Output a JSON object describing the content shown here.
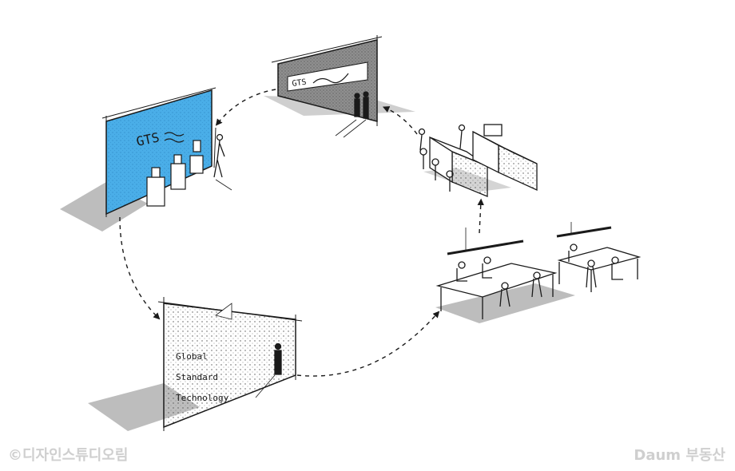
{
  "blue_wall": {
    "sign_text": "GTS"
  },
  "gray_frame": {
    "sign_text": "GTS"
  },
  "white_wall": {
    "lines": [
      "Global",
      "Standard",
      "Technology"
    ]
  },
  "watermarks": {
    "left": "©디자인스튜디오림",
    "right": "Daum 부동산"
  },
  "colors": {
    "accent_blue": "#4aaee8",
    "frame_gray": "#8a8a8a",
    "shadow_gray": "#bdbdbd",
    "ink": "#1a1a1a"
  }
}
